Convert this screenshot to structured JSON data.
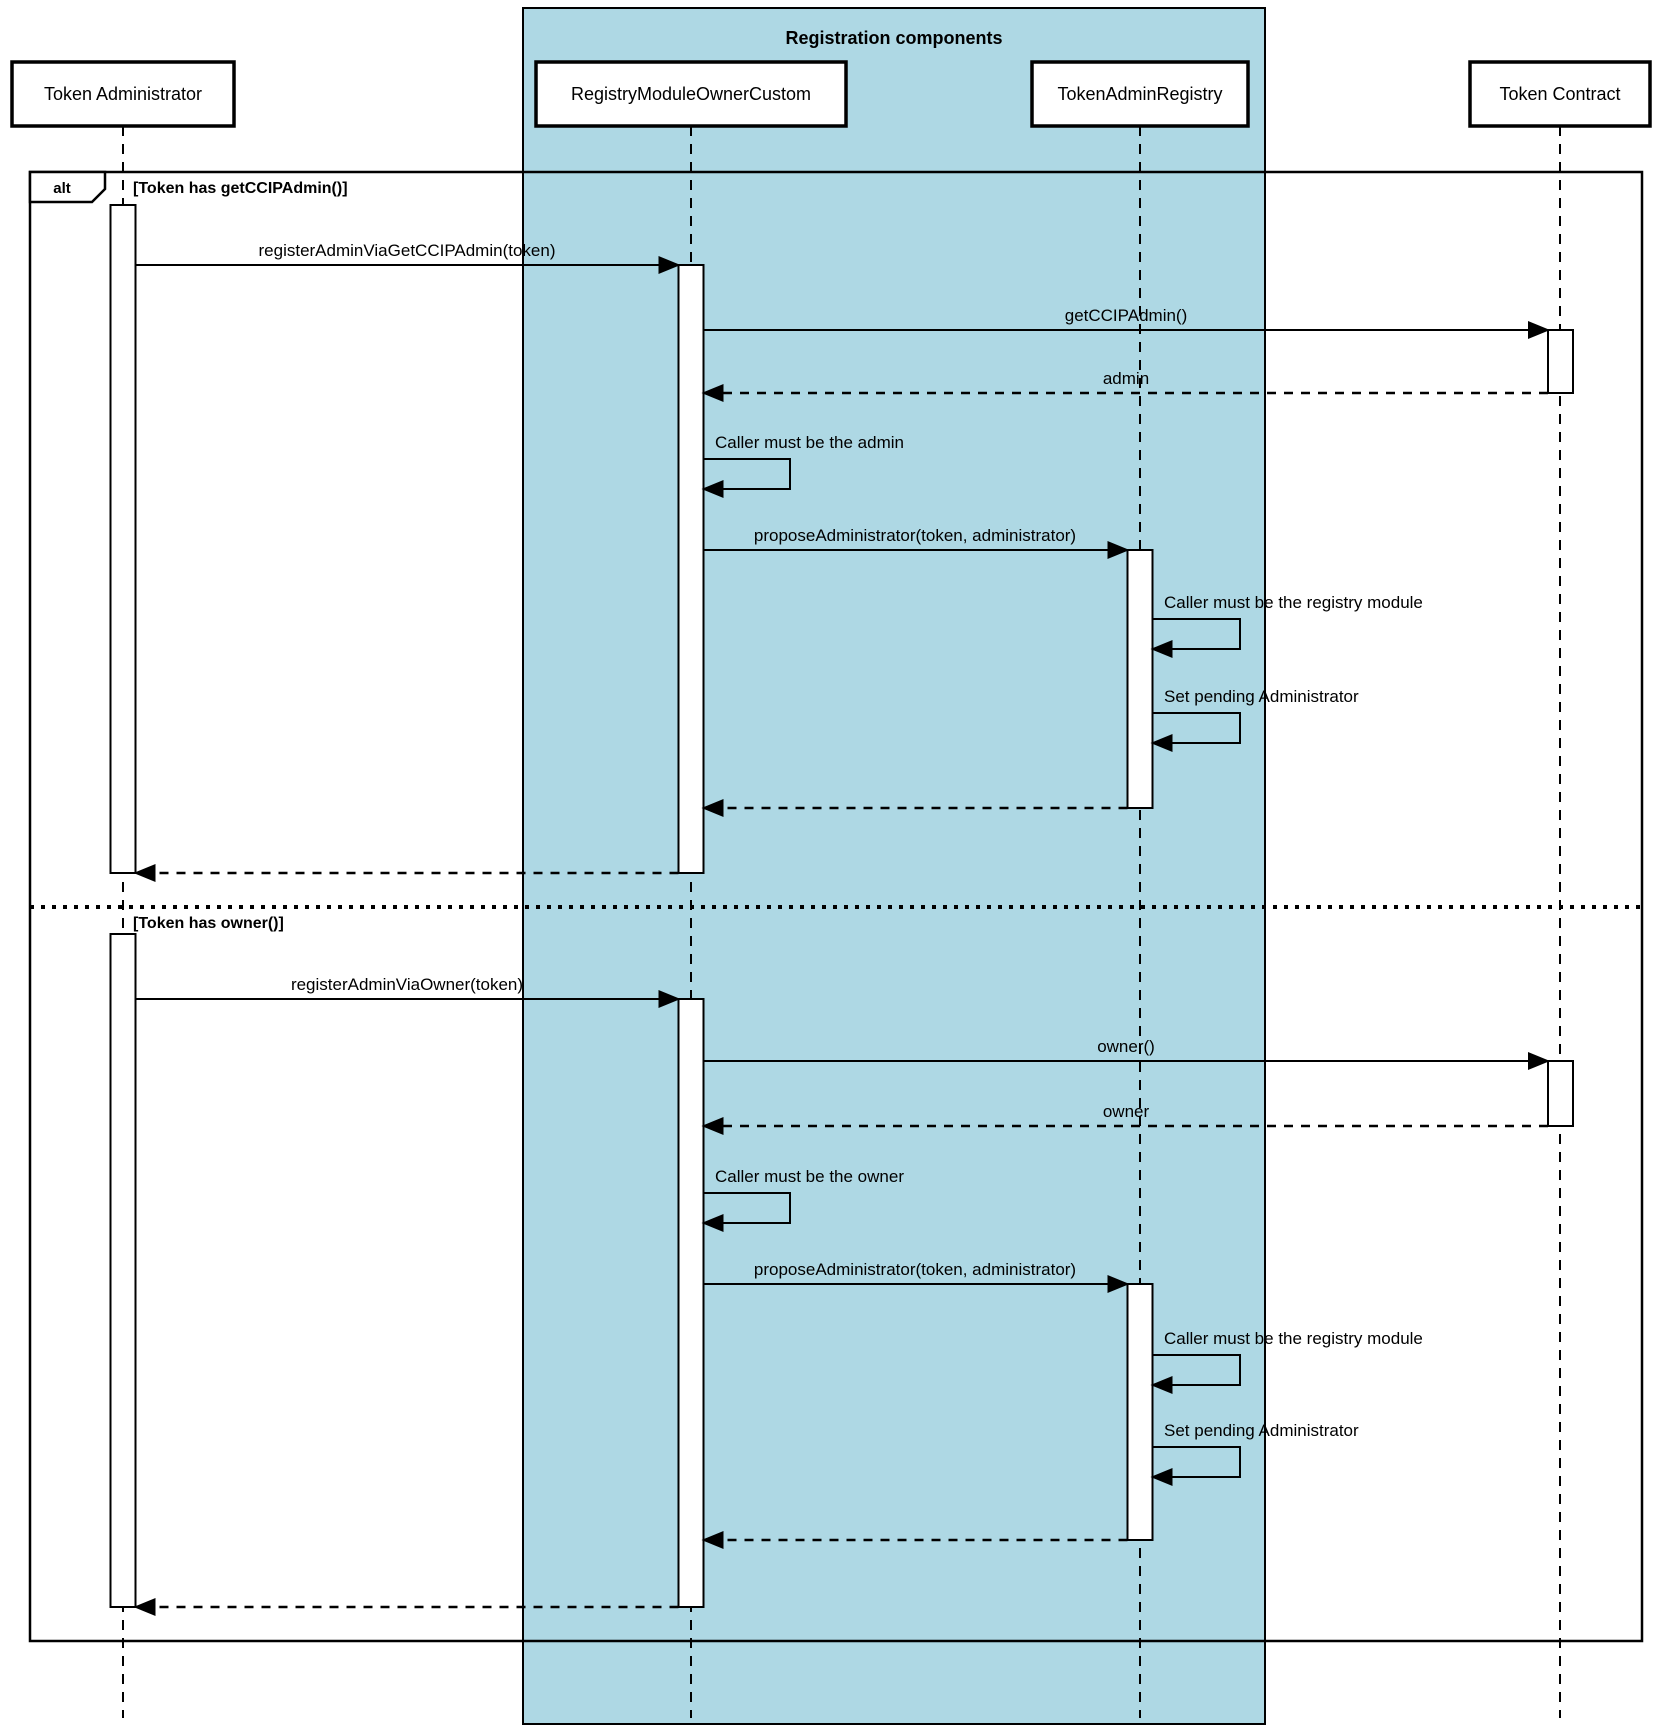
{
  "diagram": {
    "type": "uml-sequence-diagram",
    "container": {
      "title": "Registration components",
      "fill": "#AED8E4",
      "border_color": "#000000"
    },
    "colors": {
      "background": "#FFFFFF",
      "line": "#000000",
      "activation_fill": "#FFFFFF",
      "text": "#000000"
    },
    "participants": [
      {
        "id": "token-administrator",
        "label": "Token Administrator",
        "in_container": false
      },
      {
        "id": "registry-module-owner-custom",
        "label": "RegistryModuleOwnerCustom",
        "in_container": true
      },
      {
        "id": "token-admin-registry",
        "label": "TokenAdminRegistry",
        "in_container": true
      },
      {
        "id": "token-contract",
        "label": "Token Contract",
        "in_container": false
      }
    ],
    "frame": {
      "operator": "alt"
    },
    "sections": [
      {
        "guard": "[Token has getCCIPAdmin()]",
        "messages": [
          {
            "label": "registerAdminViaGetCCIPAdmin(token)",
            "type": "sync",
            "from": "token-administrator",
            "to": "registry-module-owner-custom"
          },
          {
            "label": "getCCIPAdmin()",
            "type": "sync",
            "from": "registry-module-owner-custom",
            "to": "token-contract"
          },
          {
            "label": "admin",
            "type": "return",
            "from": "token-contract",
            "to": "registry-module-owner-custom"
          },
          {
            "label": "Caller must be the admin",
            "type": "self",
            "on": "registry-module-owner-custom"
          },
          {
            "label": "proposeAdministrator(token, administrator)",
            "type": "sync",
            "from": "registry-module-owner-custom",
            "to": "token-admin-registry"
          },
          {
            "label": "Caller must be the registry module",
            "type": "self",
            "on": "token-admin-registry"
          },
          {
            "label": "Set pending Administrator",
            "type": "self",
            "on": "token-admin-registry"
          },
          {
            "label": "",
            "type": "return",
            "from": "token-admin-registry",
            "to": "registry-module-owner-custom"
          },
          {
            "label": "",
            "type": "return",
            "from": "registry-module-owner-custom",
            "to": "token-administrator"
          }
        ]
      },
      {
        "guard": "[Token has owner()]",
        "messages": [
          {
            "label": "registerAdminViaOwner(token)",
            "type": "sync",
            "from": "token-administrator",
            "to": "registry-module-owner-custom"
          },
          {
            "label": "owner()",
            "type": "sync",
            "from": "registry-module-owner-custom",
            "to": "token-contract"
          },
          {
            "label": "owner",
            "type": "return",
            "from": "token-contract",
            "to": "registry-module-owner-custom"
          },
          {
            "label": "Caller must be the owner",
            "type": "self",
            "on": "registry-module-owner-custom"
          },
          {
            "label": "proposeAdministrator(token, administrator)",
            "type": "sync",
            "from": "registry-module-owner-custom",
            "to": "token-admin-registry"
          },
          {
            "label": "Caller must be the registry module",
            "type": "self",
            "on": "token-admin-registry"
          },
          {
            "label": "Set pending Administrator",
            "type": "self",
            "on": "token-admin-registry"
          },
          {
            "label": "",
            "type": "return",
            "from": "token-admin-registry",
            "to": "registry-module-owner-custom"
          },
          {
            "label": "",
            "type": "return",
            "from": "registry-module-owner-custom",
            "to": "token-administrator"
          }
        ]
      }
    ]
  }
}
